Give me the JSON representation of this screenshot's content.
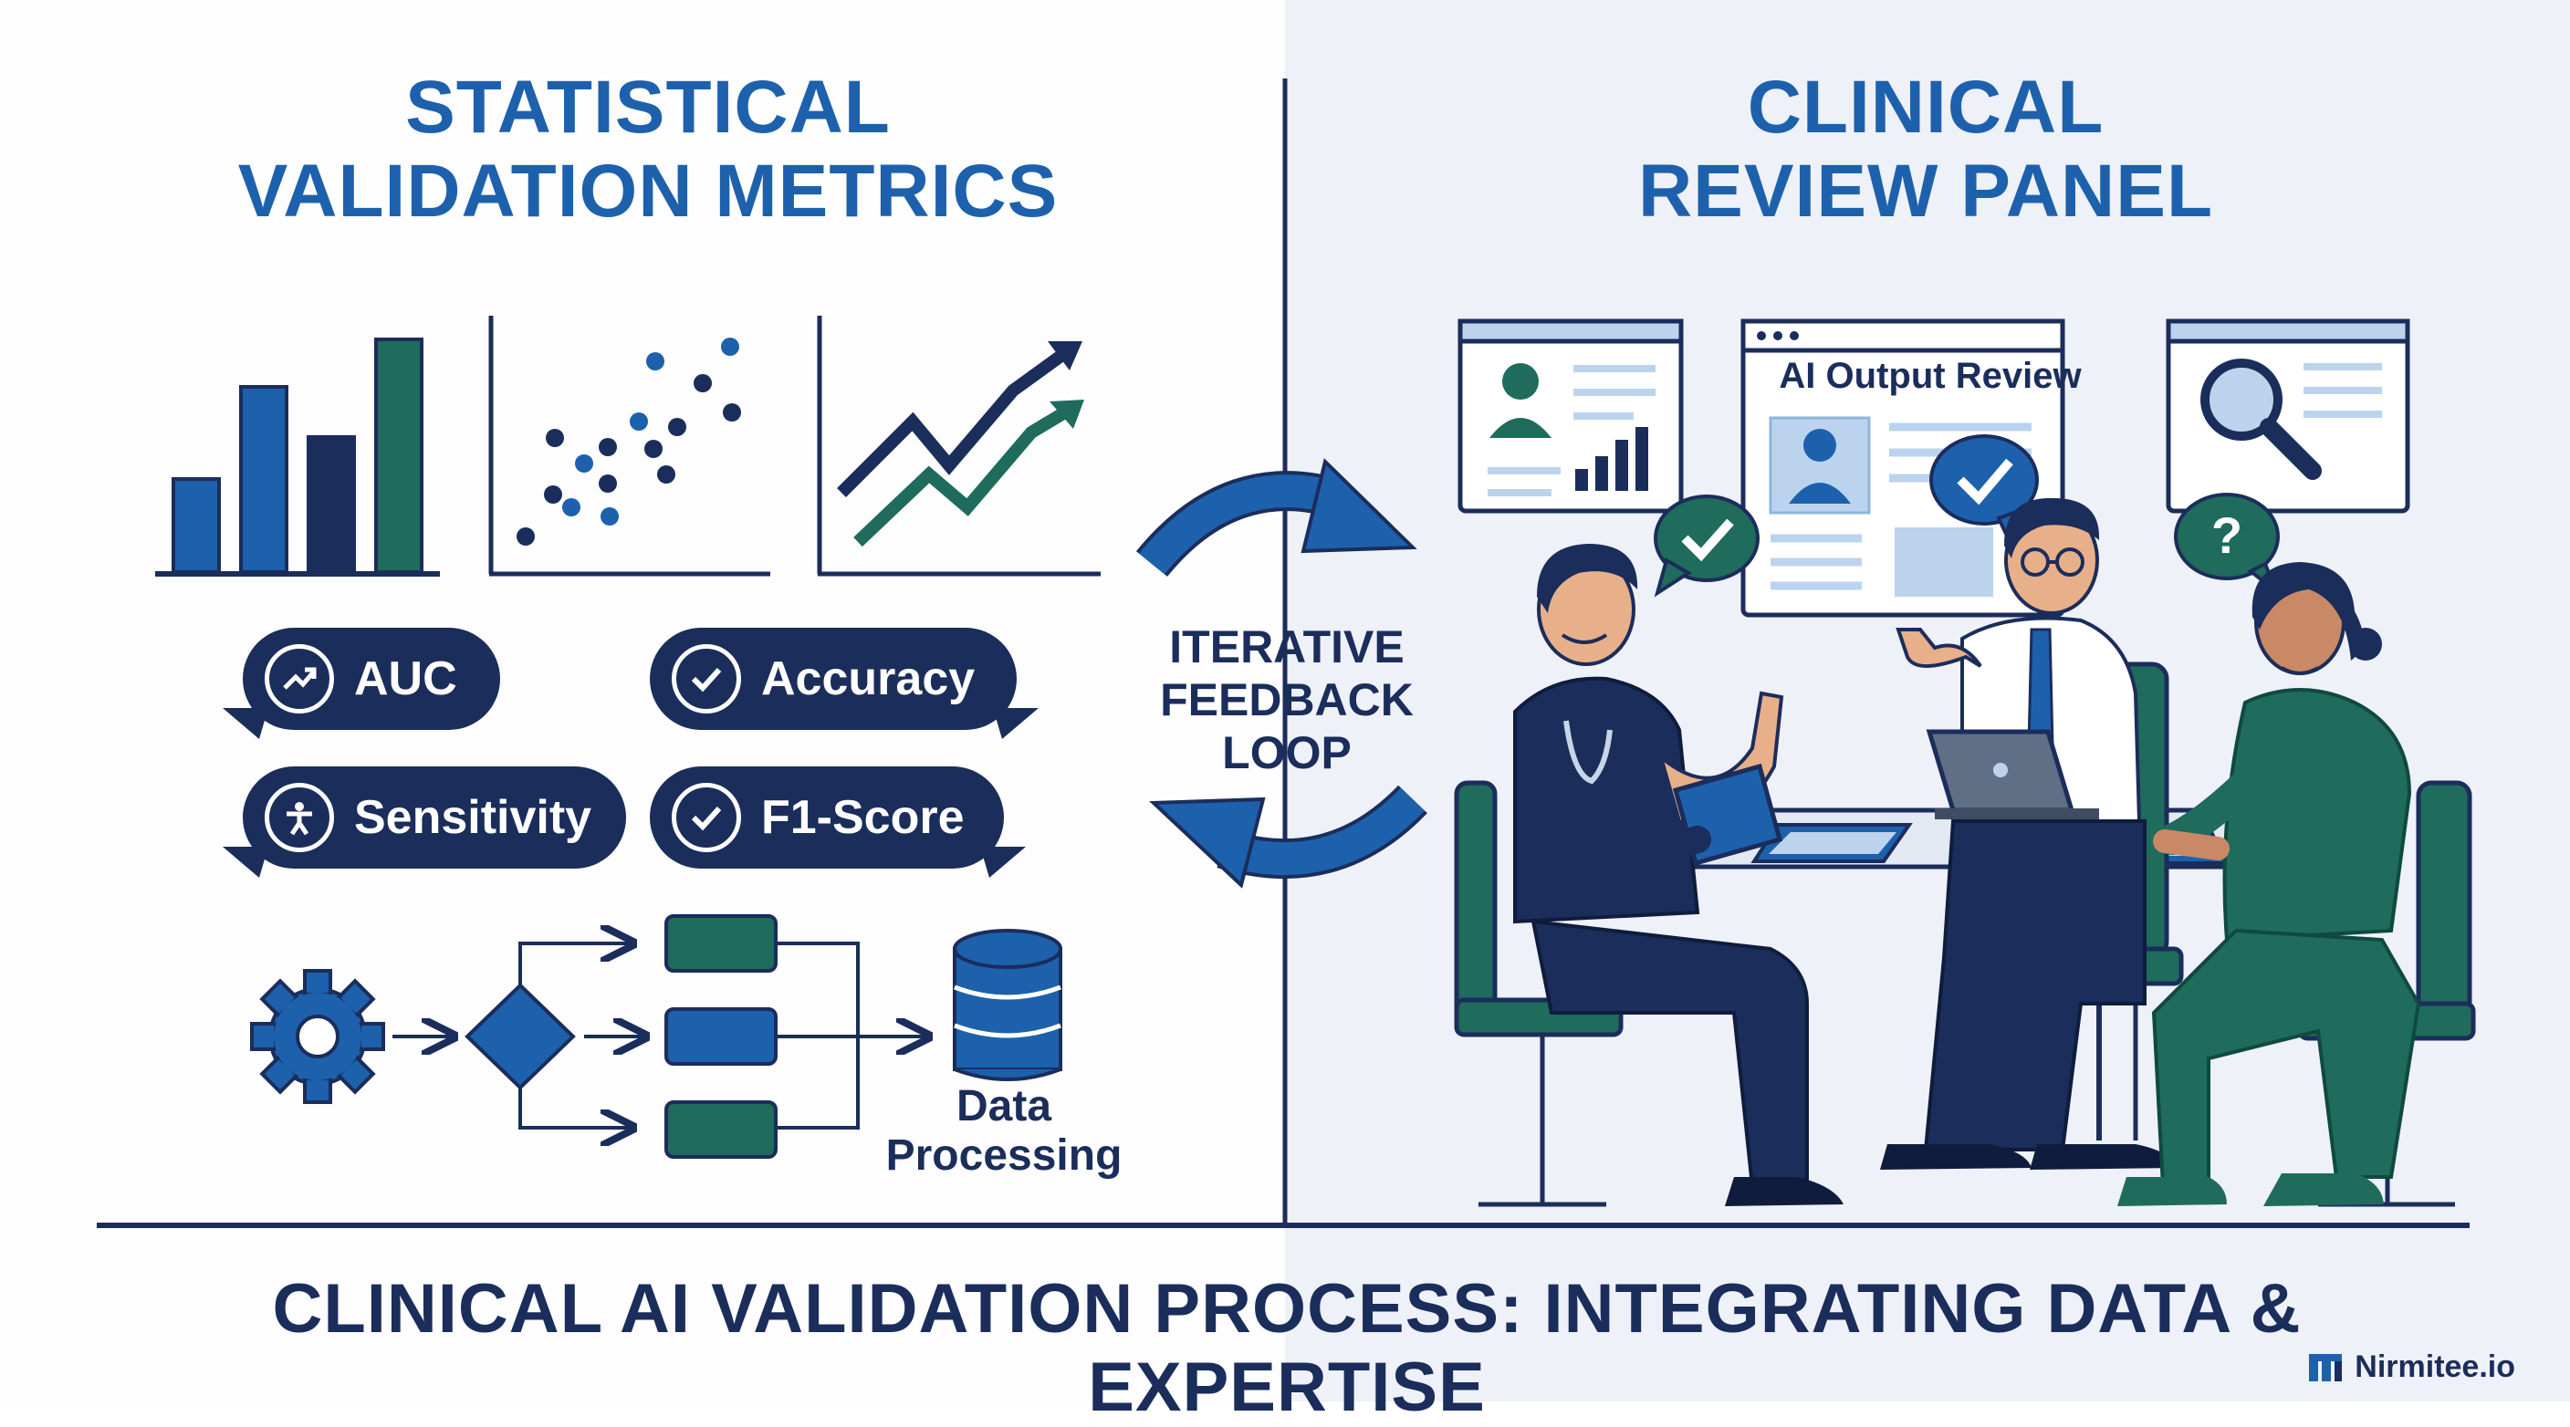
{
  "left_panel": {
    "title_line1": "STATISTICAL",
    "title_line2": "VALIDATION METRICS",
    "metrics": [
      {
        "label": "AUC",
        "icon": "trend-up-icon"
      },
      {
        "label": "Accuracy",
        "icon": "checkmark-icon"
      },
      {
        "label": "Sensitivity",
        "icon": "sensitivity-icon"
      },
      {
        "label": "F1-Score",
        "icon": "checkmark-icon"
      }
    ],
    "pipeline_label_line1": "Data",
    "pipeline_label_line2": "Processing"
  },
  "center": {
    "loop_line1": "ITERATIVE",
    "loop_line2": "FEEDBACK",
    "loop_line3": "LOOP"
  },
  "right_panel": {
    "title_line1": "CLINICAL",
    "title_line2": "REVIEW PANEL",
    "screen_title": "AI Output Review"
  },
  "footer": {
    "title": "CLINICAL AI VALIDATION PROCESS: INTEGRATING DATA & EXPERTISE",
    "brand": "Nirmitee.io"
  },
  "colors": {
    "primary_blue": "#1d61ad",
    "navy": "#1b2d5b",
    "teal": "#1f6b5c",
    "light_blue": "#bcd3ee",
    "right_bg": "#eef1f7"
  }
}
